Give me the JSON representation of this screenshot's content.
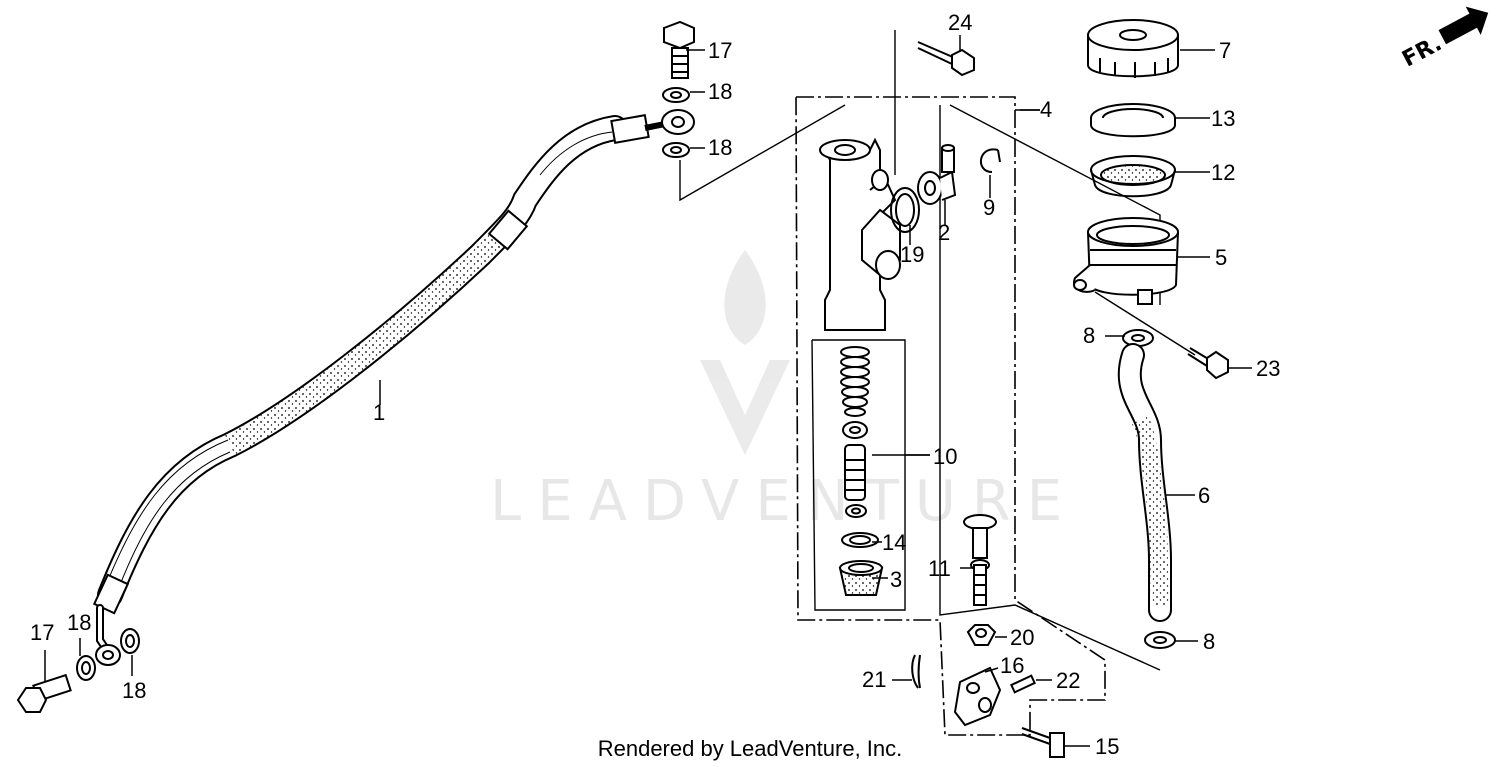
{
  "diagram": {
    "callouts": {
      "c1": "1",
      "c2": "2",
      "c3": "3",
      "c4": "4",
      "c5": "5",
      "c6": "6",
      "c7": "7",
      "c8a": "8",
      "c8b": "8",
      "c9": "9",
      "c10": "10",
      "c11": "11",
      "c12": "12",
      "c13": "13",
      "c14": "14",
      "c15": "15",
      "c16": "16",
      "c17a": "17",
      "c17b": "17",
      "c18a": "18",
      "c18b": "18",
      "c18c": "18",
      "c18d": "18",
      "c19": "19",
      "c20": "20",
      "c21": "21",
      "c22": "22",
      "c23": "23",
      "c24": "24"
    },
    "direction_label": "FR.",
    "watermark_text": "LEADVENTURE",
    "footer_credit": "Rendered by LeadVenture, Inc."
  }
}
